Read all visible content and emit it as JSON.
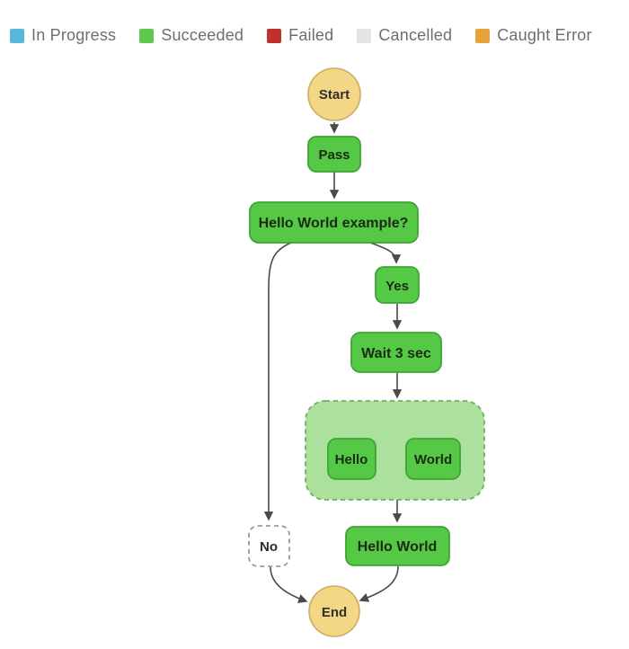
{
  "legend": {
    "items": [
      {
        "label": "In Progress",
        "color": "#5ab7dc"
      },
      {
        "label": "Succeeded",
        "color": "#5ec94d"
      },
      {
        "label": "Failed",
        "color": "#bf312c"
      },
      {
        "label": "Cancelled",
        "color": "#e4e4e4"
      },
      {
        "label": "Caught Error",
        "color": "#e9a23b"
      }
    ]
  },
  "colors": {
    "succeeded_fill": "#55c945",
    "succeeded_border": "#3ea434",
    "terminal_fill": "#f3d787",
    "terminal_border": "#ccad5f",
    "parallel_fill": "#abe09d",
    "parallel_border": "#6fae64",
    "skipped_fill": "#ffffff",
    "skipped_border": "#999999",
    "edge": "#4a4a4a",
    "node_text": "#1c2a14",
    "terminal_text": "#33302a",
    "skipped_text": "#2b2b2b"
  },
  "nodes": {
    "start": {
      "label": "Start"
    },
    "pass": {
      "label": "Pass"
    },
    "choice": {
      "label": "Hello World example?"
    },
    "yes": {
      "label": "Yes"
    },
    "wait": {
      "label": "Wait 3 sec"
    },
    "hello": {
      "label": "Hello"
    },
    "world": {
      "label": "World"
    },
    "hello_world": {
      "label": "Hello World"
    },
    "no": {
      "label": "No"
    },
    "end": {
      "label": "End"
    }
  }
}
